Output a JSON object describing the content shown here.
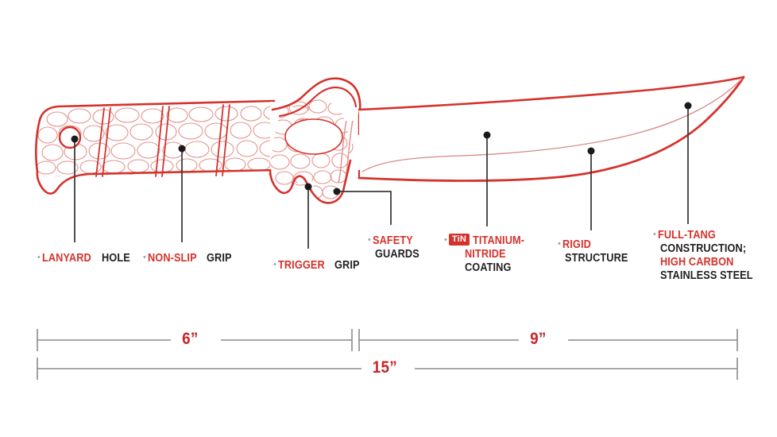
{
  "meta": {
    "accent_red": "#D5322C",
    "line_red": "#D5322C",
    "texture_red": "#E2928D",
    "leader_gray": "#4d4d4d",
    "dim_gray": "#808080",
    "text_dark": "#231f20",
    "background": "#ffffff"
  },
  "callouts": [
    {
      "id": "lanyard-hole",
      "lines": [
        {
          "bullet": true,
          "red": "LANYARD",
          "dark": "HOLE"
        }
      ]
    },
    {
      "id": "non-slip-grip",
      "lines": [
        {
          "bullet": true,
          "red": "NON-SLIP",
          "dark": "GRIP"
        }
      ]
    },
    {
      "id": "trigger-grip",
      "lines": [
        {
          "bullet": true,
          "red": "TRIGGER",
          "dark": "GRIP"
        }
      ]
    },
    {
      "id": "safety-guards",
      "lines": [
        {
          "bullet": true,
          "red": "SAFETY",
          "dark": ""
        },
        {
          "bullet": false,
          "red": "",
          "dark": "GUARDS"
        }
      ]
    },
    {
      "id": "titanium-nitride-coating",
      "badge": "TiN",
      "lines": [
        {
          "bullet": true,
          "red": "TITANIUM-",
          "dark": ""
        },
        {
          "bullet": false,
          "red": "NITRIDE",
          "dark": ""
        },
        {
          "bullet": false,
          "red": "",
          "dark": "COATING"
        }
      ]
    },
    {
      "id": "rigid-structure",
      "lines": [
        {
          "bullet": true,
          "red": "RIGID",
          "dark": ""
        },
        {
          "bullet": false,
          "red": "",
          "dark": "STRUCTURE"
        }
      ]
    },
    {
      "id": "full-tang-construction",
      "lines": [
        {
          "bullet": true,
          "red": "FULL-TANG",
          "dark": ""
        },
        {
          "bullet": false,
          "red": "",
          "dark": "CONSTRUCTION;"
        },
        {
          "bullet": false,
          "red": "HIGH CARBON",
          "dark": ""
        },
        {
          "bullet": false,
          "red": "",
          "dark": "STAINLESS STEEL"
        }
      ]
    }
  ],
  "dimensions": {
    "handle": "6”",
    "blade": "9”",
    "total": "15”"
  }
}
